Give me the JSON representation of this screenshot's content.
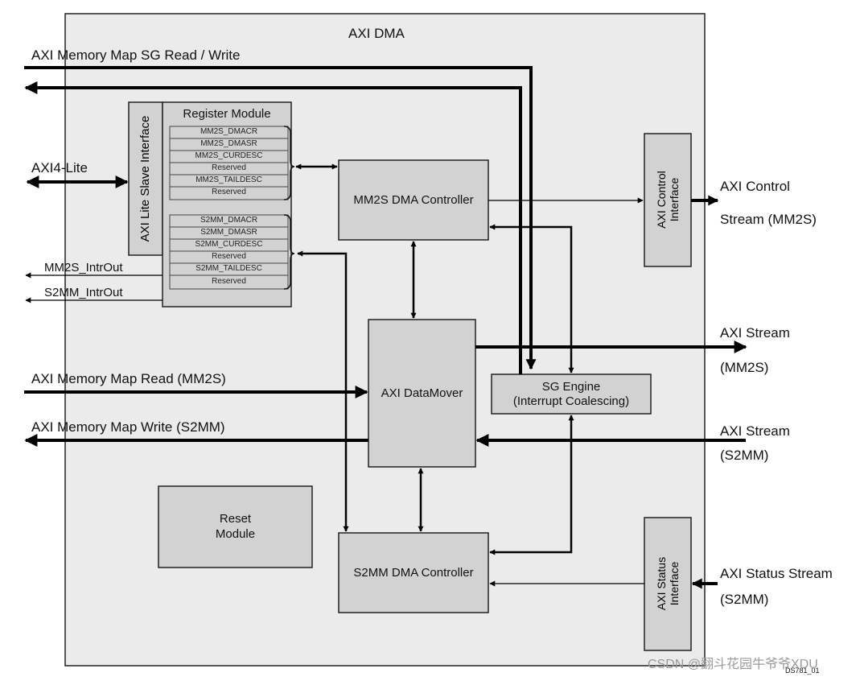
{
  "title": "AXI DMA",
  "external_labels": {
    "sg_read_write": "AXI Memory Map SG Read / Write",
    "axi4_lite": "AXI4-Lite",
    "mm2s_introut": "MM2S_IntrOut",
    "s2mm_introut": "S2MM_IntrOut",
    "mm_read": "AXI Memory Map Read (MM2S)",
    "mm_write": "AXI Memory Map Write (S2MM)",
    "control_stream_line1": "AXI Control",
    "control_stream_line2": "Stream (MM2S)",
    "stream_mm2s_line1": "AXI Stream",
    "stream_mm2s_line2": "(MM2S)",
    "stream_s2mm_line1": "AXI Stream",
    "stream_s2mm_line2": "(S2MM)",
    "status_stream_line1": "AXI Status Stream",
    "status_stream_line2": "(S2MM)"
  },
  "blocks": {
    "axi_lite_slave_interface": "AXI Lite Slave Interface",
    "register_module": "Register Module",
    "mm2s_dma_controller": "MM2S DMA Controller",
    "s2mm_dma_controller": "S2MM DMA Controller",
    "axi_datamover": "AXI DataMover",
    "sg_engine_line1": "SG Engine",
    "sg_engine_line2": "(Interrupt Coalescing)",
    "reset_module_line1": "Reset",
    "reset_module_line2": "Module",
    "axi_control_interface_line1": "AXI Control",
    "axi_control_interface_line2": "Interface",
    "axi_status_interface_line1": "AXI Status",
    "axi_status_interface_line2": "Interface"
  },
  "registers": {
    "mm2s": [
      "MM2S_DMACR",
      "MM2S_DMASR",
      "MM2S_CURDESC",
      "Reserved",
      "MM2S_TAILDESC",
      "Reserved"
    ],
    "s2mm": [
      "S2MM_DMACR",
      "S2MM_DMASR",
      "S2MM_CURDESC",
      "Reserved",
      "S2MM_TAILDESC",
      "Reserved"
    ]
  },
  "figure_id": "DS781_01",
  "watermark": "CSDN @翻斗花园牛爷爷XDU",
  "colors": {
    "container": "#ebebeb",
    "block": "#d2d2d2",
    "line": "#000000",
    "watermark": "#9a9a9a"
  }
}
